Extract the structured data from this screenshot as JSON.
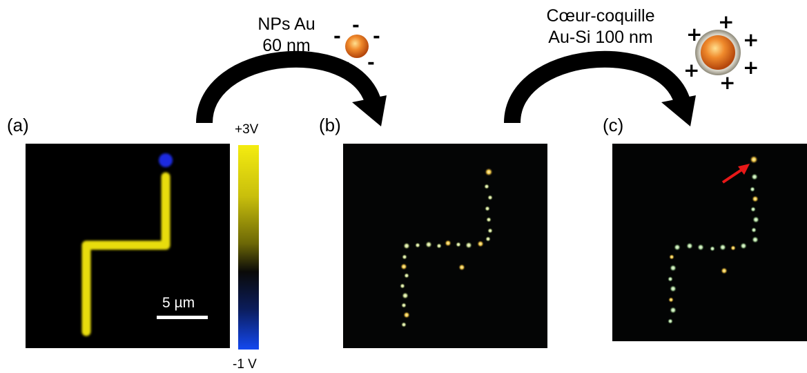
{
  "panels": {
    "a": {
      "label": "(a)",
      "scale_bar": "5 µm"
    },
    "b": {
      "label": "(b)"
    },
    "c": {
      "label": "(c)"
    }
  },
  "colorbar": {
    "top": "+3V",
    "bottom": "-1 V"
  },
  "step1": {
    "line1": "NPs Au",
    "line2": "60 nm",
    "charge_sign": "-"
  },
  "step2": {
    "line1": "Cœur-coquille",
    "line2": "Au-Si 100 nm",
    "charge_sign": "+"
  },
  "colors": {
    "line_yellow": "#e8dc08",
    "dot_blue": "#1a2ce0",
    "arrow": "#000000",
    "pointer": "#e81818",
    "particle": "#e86a1e"
  }
}
